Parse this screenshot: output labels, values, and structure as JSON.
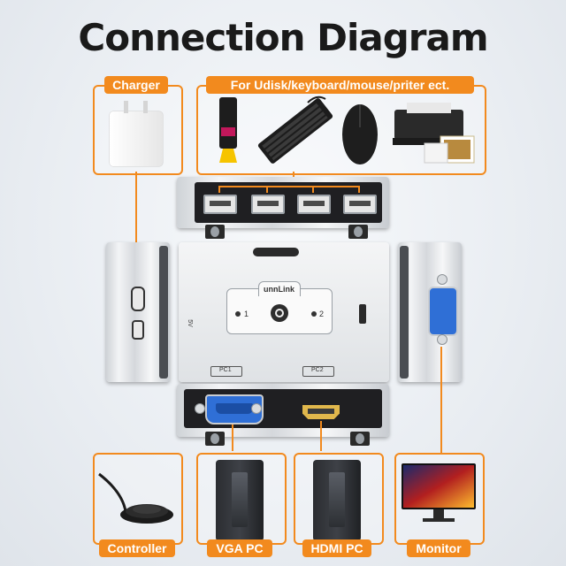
{
  "title": "Connection Diagram",
  "labels": {
    "charger": "Charger",
    "peripherals": "For Udisk/keyboard/mouse/priter ect.",
    "controller": "Controller",
    "vga_pc": "VGA PC",
    "hdmi_pc": "HDMI PC",
    "monitor": "Monitor"
  },
  "device": {
    "brand": "unnLink",
    "port1": "1",
    "port2": "2",
    "pc1_tag": "PC1",
    "pc2_tag": "PC2",
    "side_tag": "5V"
  },
  "colors": {
    "accent": "#f28a1e",
    "vga_blue": "#2f6fd6",
    "hdmi_gold": "#e0b74c"
  }
}
